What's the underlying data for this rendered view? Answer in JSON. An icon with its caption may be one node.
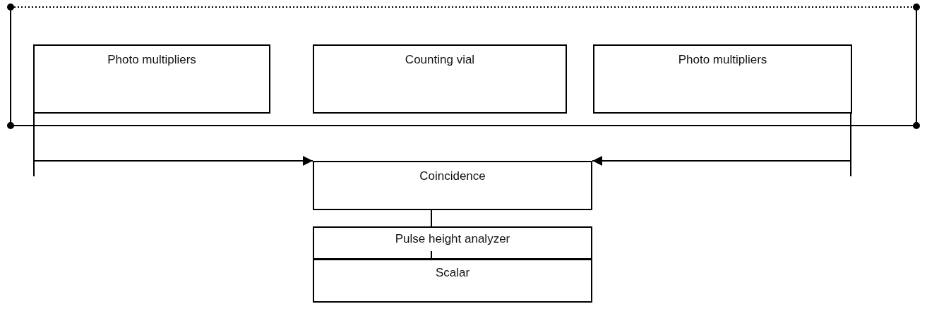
{
  "diagram": {
    "nodes": [
      {
        "text": [],
        "shape": "box"
      },
      {
        "text": [
          "Photo multipliers"
        ],
        "in": 0
      },
      {
        "text": [
          "Counting vial"
        ],
        "in": 0
      },
      {
        "text": [
          "Photo multipliers"
        ],
        "in": 0
      },
      {
        "text": [
          "Coincidence"
        ]
      },
      {
        "text": [
          "Pulse height analyzer"
        ]
      },
      {
        "text": [
          "Scalar"
        ]
      }
    ],
    "edges": [
      {
        "from": 1,
        "to": 4,
        "arrow": "to"
      },
      {
        "from": 3,
        "to": 4,
        "arrow": "to"
      },
      {
        "from": 4,
        "to": 5,
        "arrow": "none"
      },
      {
        "from": 5,
        "to": 6,
        "arrow": "none"
      }
    ]
  }
}
